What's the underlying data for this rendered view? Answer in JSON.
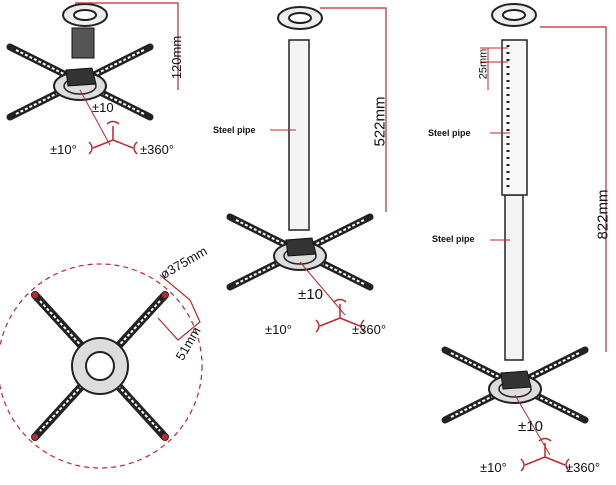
{
  "figures": {
    "compact": {
      "height": "120mm",
      "tilt": "±10",
      "swivel_left": "±10°",
      "swivel_right": "±360°"
    },
    "fixed_pole": {
      "length": "522mm",
      "pipe_label": "Steel pipe",
      "tilt": "±10",
      "swivel_left": "±10°",
      "swivel_right": "±360°"
    },
    "extendable_pole": {
      "length": "822mm",
      "step": "25mm",
      "pipe_label_upper": "Steel pipe",
      "pipe_label_lower": "Steel pipe",
      "tilt": "±10",
      "swivel_left": "±10°",
      "swivel_right": "±360°"
    },
    "bracket_top_view": {
      "diameter": "ø375mm",
      "arm_width": "51mm"
    }
  },
  "colors": {
    "dimension": "#c0282d",
    "drawing": "#222222"
  }
}
